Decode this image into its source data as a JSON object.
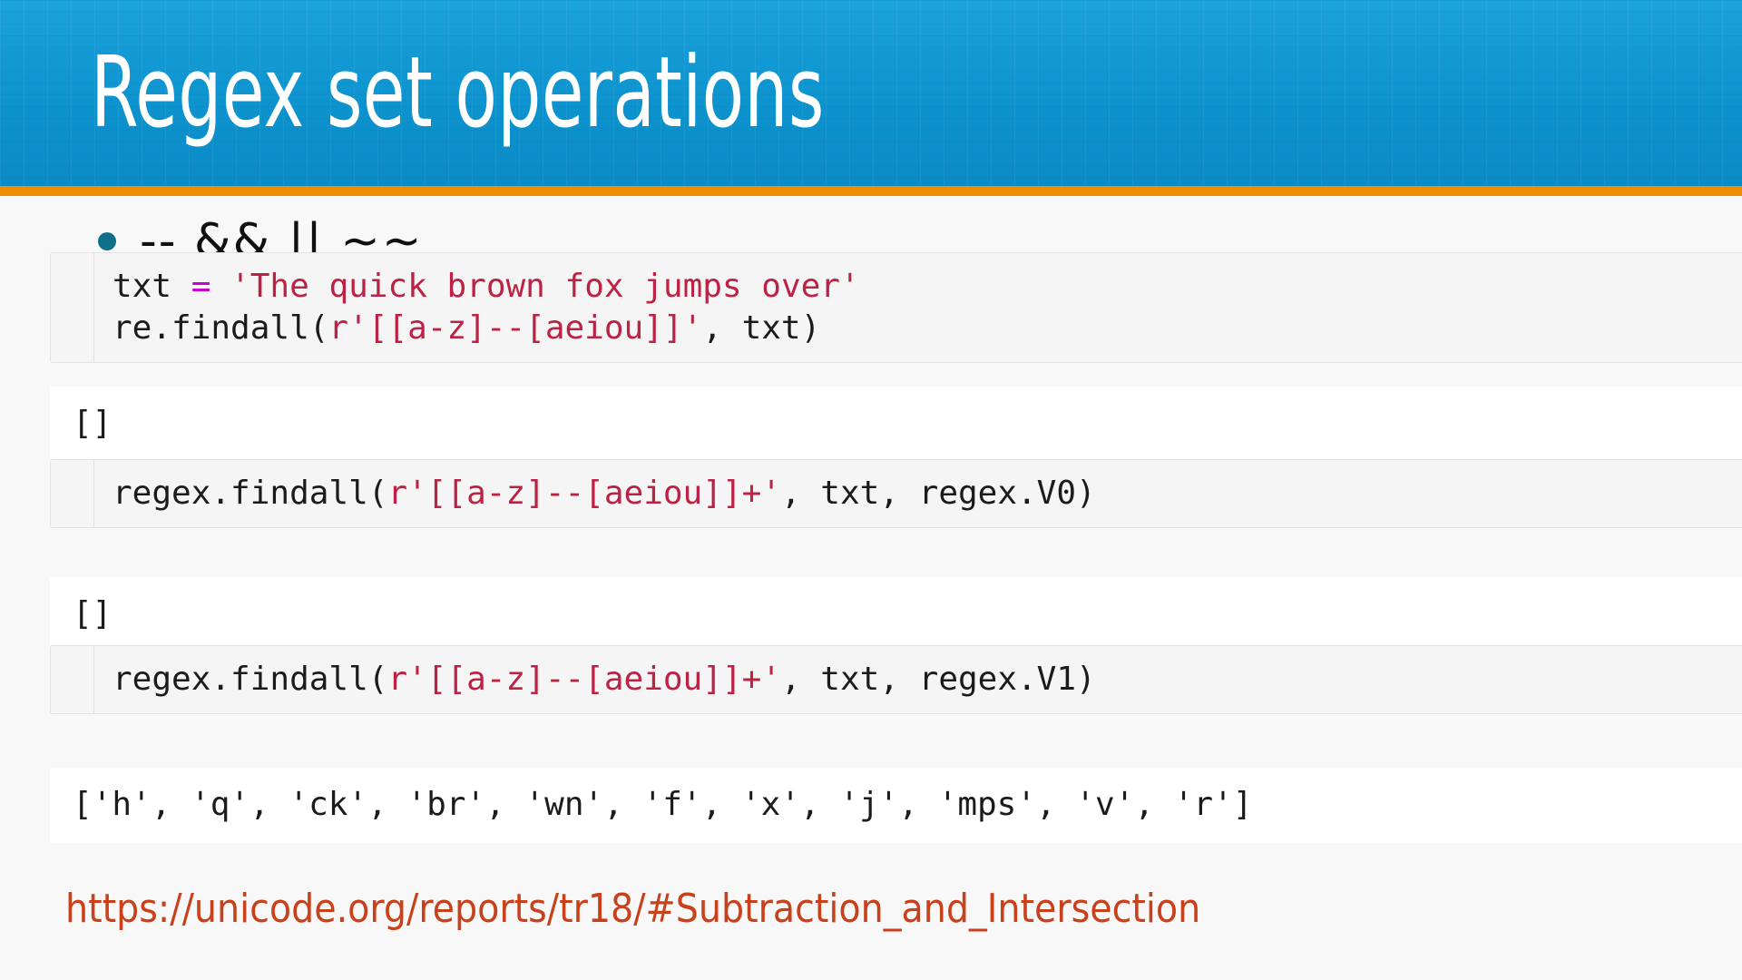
{
  "slide": {
    "title": "Regex set operations",
    "header_color": "#1197d2",
    "accent_rule_color": "#f08c00",
    "background_color": "#f8f8f8"
  },
  "bullet": {
    "marker": "•",
    "marker_color": "#10708c",
    "text": "--  &&  ||  ~~"
  },
  "cells": [
    {
      "kind": "code",
      "lines": [
        [
          {
            "t": "txt ",
            "c": "plain"
          },
          {
            "t": "=",
            "c": "op"
          },
          {
            "t": " ",
            "c": "plain"
          },
          {
            "t": "'The quick brown fox jumps over'",
            "c": "str"
          }
        ],
        [
          {
            "t": "re.findall(",
            "c": "plain"
          },
          {
            "t": "r'[[a-z]--[aeiou]]'",
            "c": "str"
          },
          {
            "t": ", txt)",
            "c": "plain"
          }
        ]
      ]
    },
    {
      "kind": "output",
      "text": "[]"
    },
    {
      "kind": "code",
      "lines": [
        [
          {
            "t": "regex.findall(",
            "c": "plain"
          },
          {
            "t": "r'[[a-z]--[aeiou]]+'",
            "c": "str"
          },
          {
            "t": ", txt, regex.V0)",
            "c": "plain"
          }
        ]
      ]
    },
    {
      "kind": "output",
      "text": "[]"
    },
    {
      "kind": "code",
      "lines": [
        [
          {
            "t": "regex.findall(",
            "c": "plain"
          },
          {
            "t": "r'[[a-z]--[aeiou]]+'",
            "c": "str"
          },
          {
            "t": ", txt, regex.V1)",
            "c": "plain"
          }
        ]
      ]
    },
    {
      "kind": "output",
      "text": "['h', 'q', 'ck', 'br', 'wn', 'f', 'x', 'j', 'mps', 'v', 'r']"
    }
  ],
  "link": {
    "text": "https://unicode.org/reports/tr18/#Subtraction_and_Intersection",
    "color": "#c9411b"
  }
}
